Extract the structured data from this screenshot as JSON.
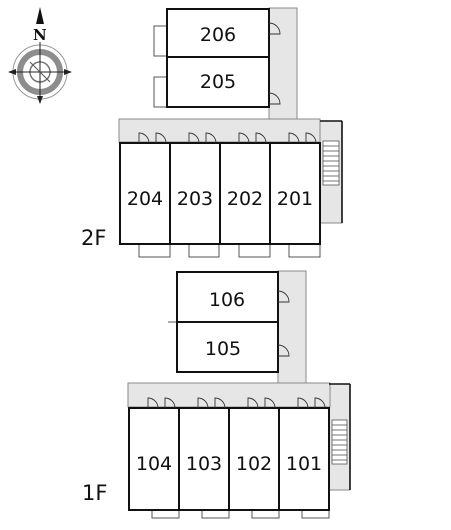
{
  "compass": {
    "north_label": "N"
  },
  "floors": [
    {
      "label": "2F",
      "rooms": [
        {
          "number": "206"
        },
        {
          "number": "205"
        },
        {
          "number": "204"
        },
        {
          "number": "203"
        },
        {
          "number": "202"
        },
        {
          "number": "201"
        }
      ]
    },
    {
      "label": "1F",
      "rooms": [
        {
          "number": "106"
        },
        {
          "number": "105"
        },
        {
          "number": "104"
        },
        {
          "number": "103"
        },
        {
          "number": "102"
        },
        {
          "number": "101"
        }
      ]
    }
  ]
}
